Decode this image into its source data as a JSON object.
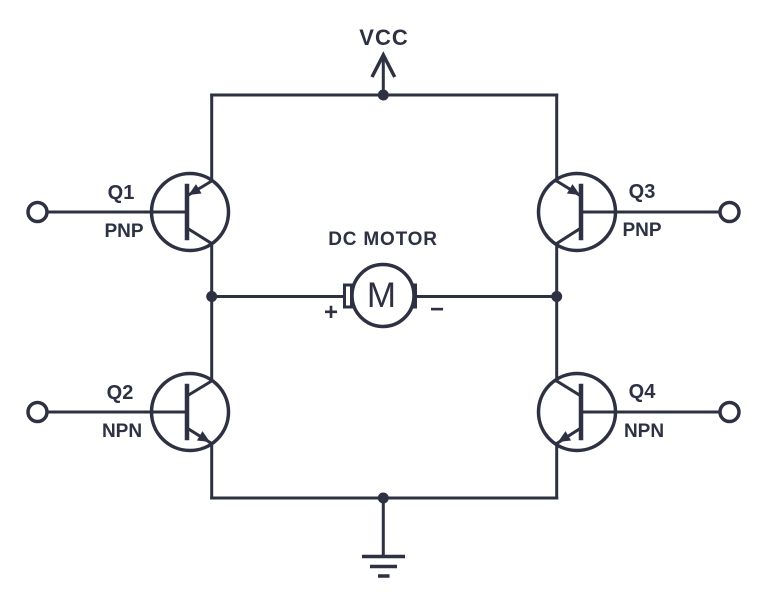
{
  "diagram": {
    "title_hint": "H-bridge DC motor driver schematic",
    "power": {
      "label": "VCC"
    },
    "motor": {
      "label": "DC MOTOR",
      "letter": "M",
      "plus_sign": "+",
      "minus_sign": "−"
    },
    "transistors": [
      {
        "name": "Q1",
        "type": "PNP",
        "position": "top-left"
      },
      {
        "name": "Q2",
        "type": "NPN",
        "position": "bottom-left"
      },
      {
        "name": "Q3",
        "type": "PNP",
        "position": "top-right"
      },
      {
        "name": "Q4",
        "type": "NPN",
        "position": "bottom-right"
      }
    ],
    "colors": {
      "ink": "#2d3142",
      "background": "#ffffff"
    }
  }
}
